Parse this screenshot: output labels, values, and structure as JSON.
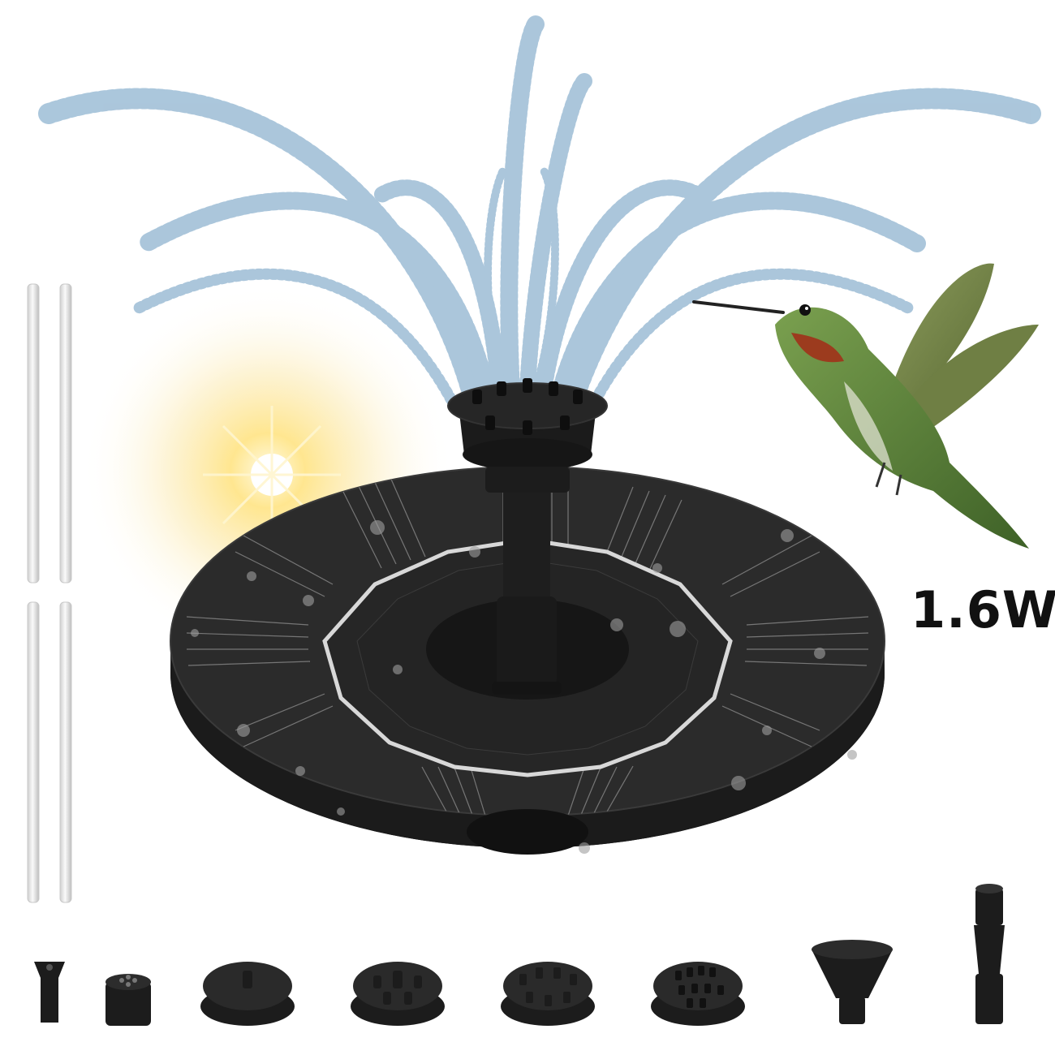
{
  "product": {
    "power_rating": "1.6W"
  },
  "colors": {
    "background": "#ffffff",
    "water": "#8fb4d0",
    "panel": "#2b2b2b",
    "panel_dark": "#1a1a1a",
    "cell_lines": "#8a8a8a",
    "sun": "#f7d25a",
    "hummingbird_body": "#5f8a3e",
    "hummingbird_throat": "#9c3b1e",
    "tube": "#e6e6e6"
  },
  "scene": {
    "subjects": [
      "water-spray",
      "sun-icon",
      "solar-fountain",
      "hummingbird",
      "extension-tubes",
      "nozzle-attachments"
    ]
  },
  "accessories": [
    {
      "icon": "small-nozzle-icon"
    },
    {
      "icon": "four-hole-nozzle-icon"
    },
    {
      "icon": "single-jet-nozzle-icon"
    },
    {
      "icon": "multi-jet-nozzle-icon"
    },
    {
      "icon": "ring-jet-nozzle-icon"
    },
    {
      "icon": "dense-jet-nozzle-icon"
    },
    {
      "icon": "cup-nozzle-icon"
    },
    {
      "icon": "extension-pipe-icon"
    }
  ]
}
